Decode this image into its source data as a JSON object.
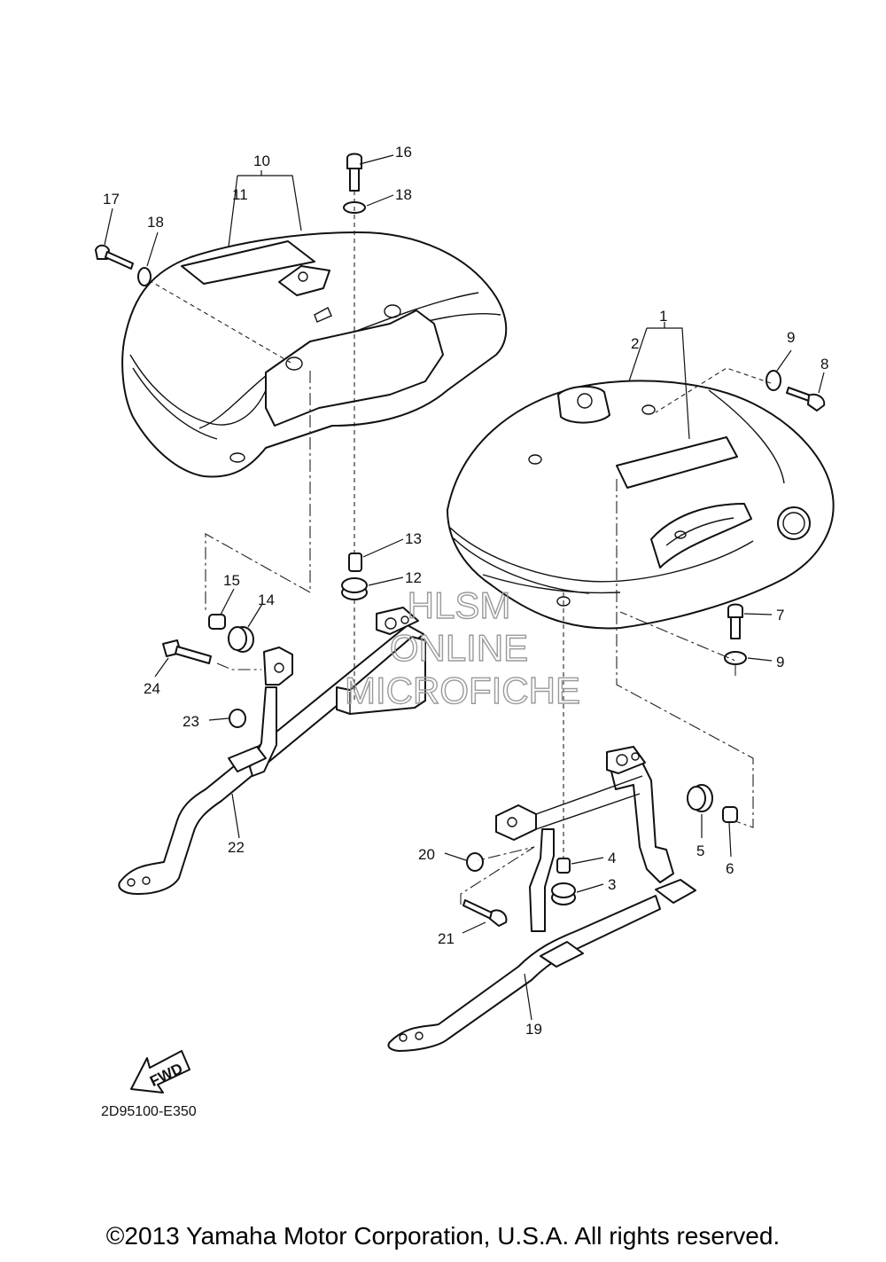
{
  "diagram": {
    "callouts": [
      "1",
      "2",
      "3",
      "4",
      "5",
      "6",
      "7",
      "8",
      "9",
      "9",
      "10",
      "11",
      "12",
      "13",
      "14",
      "15",
      "16",
      "17",
      "18",
      "18",
      "19",
      "20",
      "21",
      "22",
      "23",
      "24"
    ],
    "watermark": {
      "line1": "HLSM",
      "line2": "ONLINE",
      "line3": "MICROFICHE"
    },
    "fwd_label": "FWD",
    "code": "2D95100-E350"
  },
  "footer": {
    "copyright": "©2013 Yamaha Motor Corporation, U.S.A. All rights reserved."
  },
  "colors": {
    "lines": "#111111",
    "watermark": "#9a9a9a",
    "background": "#ffffff"
  }
}
